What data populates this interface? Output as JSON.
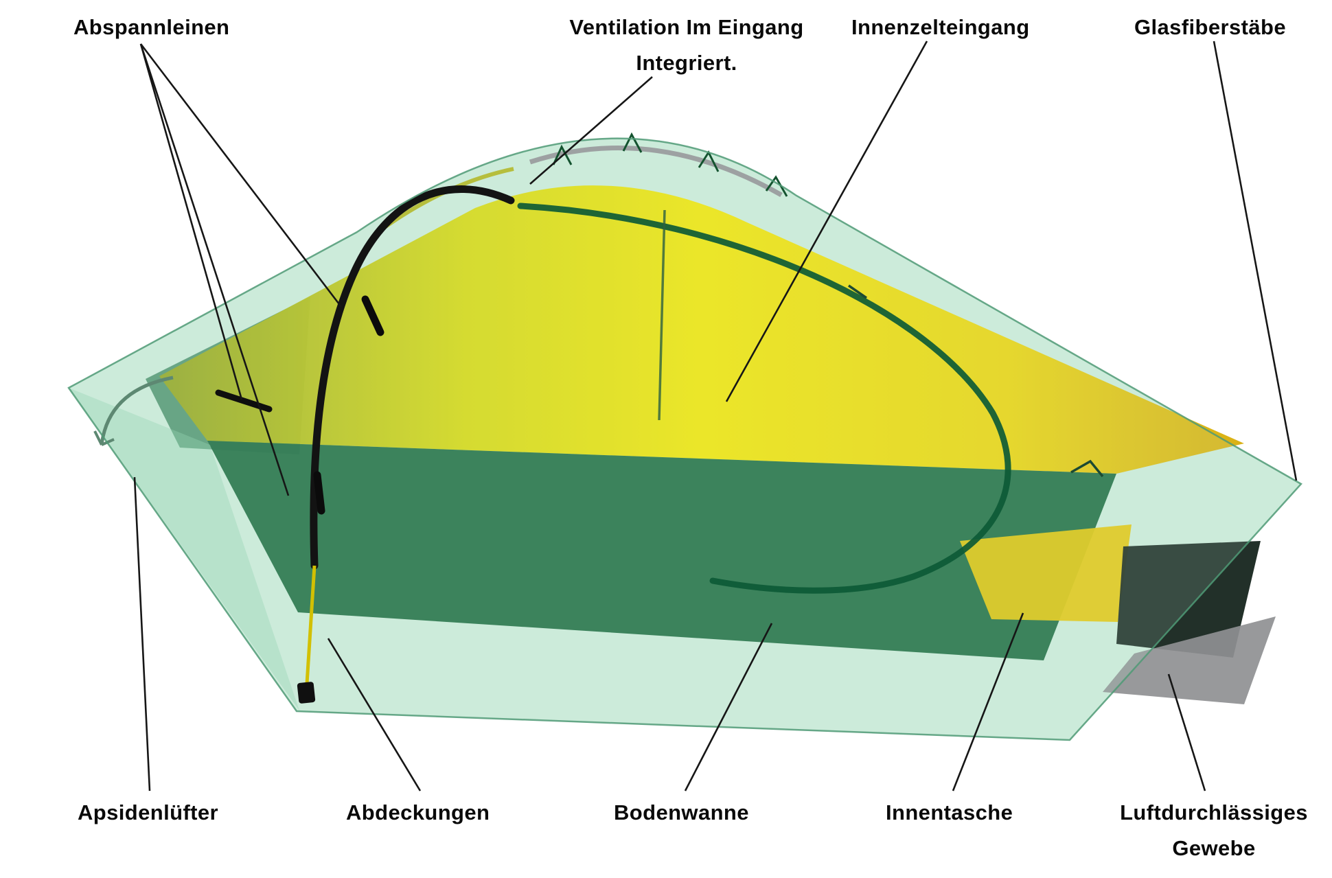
{
  "figure": {
    "type": "annotated-diagram",
    "subject": "Zeltkonstruktion (tent cutaway with part callouts)",
    "labels": {
      "abspannleinen": "Abspannleinen",
      "ventilation_line1": "Ventilation Im Eingang",
      "ventilation_line2": "Integriert.",
      "innenzelteingang": "Innenzelteingang",
      "glasfiberstaebe": "Glasfiberstäbe",
      "apsidenluefter": "Apsidenlüfter",
      "abdeckungen": "Abdeckungen",
      "bodenwanne": "Bodenwanne",
      "innentasche": "Innentasche",
      "luftdurchlaessiges_line1": "Luftdurchlässiges",
      "luftdurchlaessiges_line2": "Gewebe"
    },
    "colors": {
      "background": "#ffffff",
      "outer_fly_green": "#9ed9ba",
      "fly_edge_green": "#4f9a76",
      "inner_tent_yellow": "#f5e600",
      "floor_green": "#1c6a40",
      "pocket_yellow": "#e6c70e",
      "dark_panel": "#16251d",
      "breathable_gray": "#8f9092",
      "pole_black": "#131313",
      "guyline_yellow": "#d2c003",
      "label_text": "#0a0a0a",
      "leader_line": "#161616"
    }
  }
}
